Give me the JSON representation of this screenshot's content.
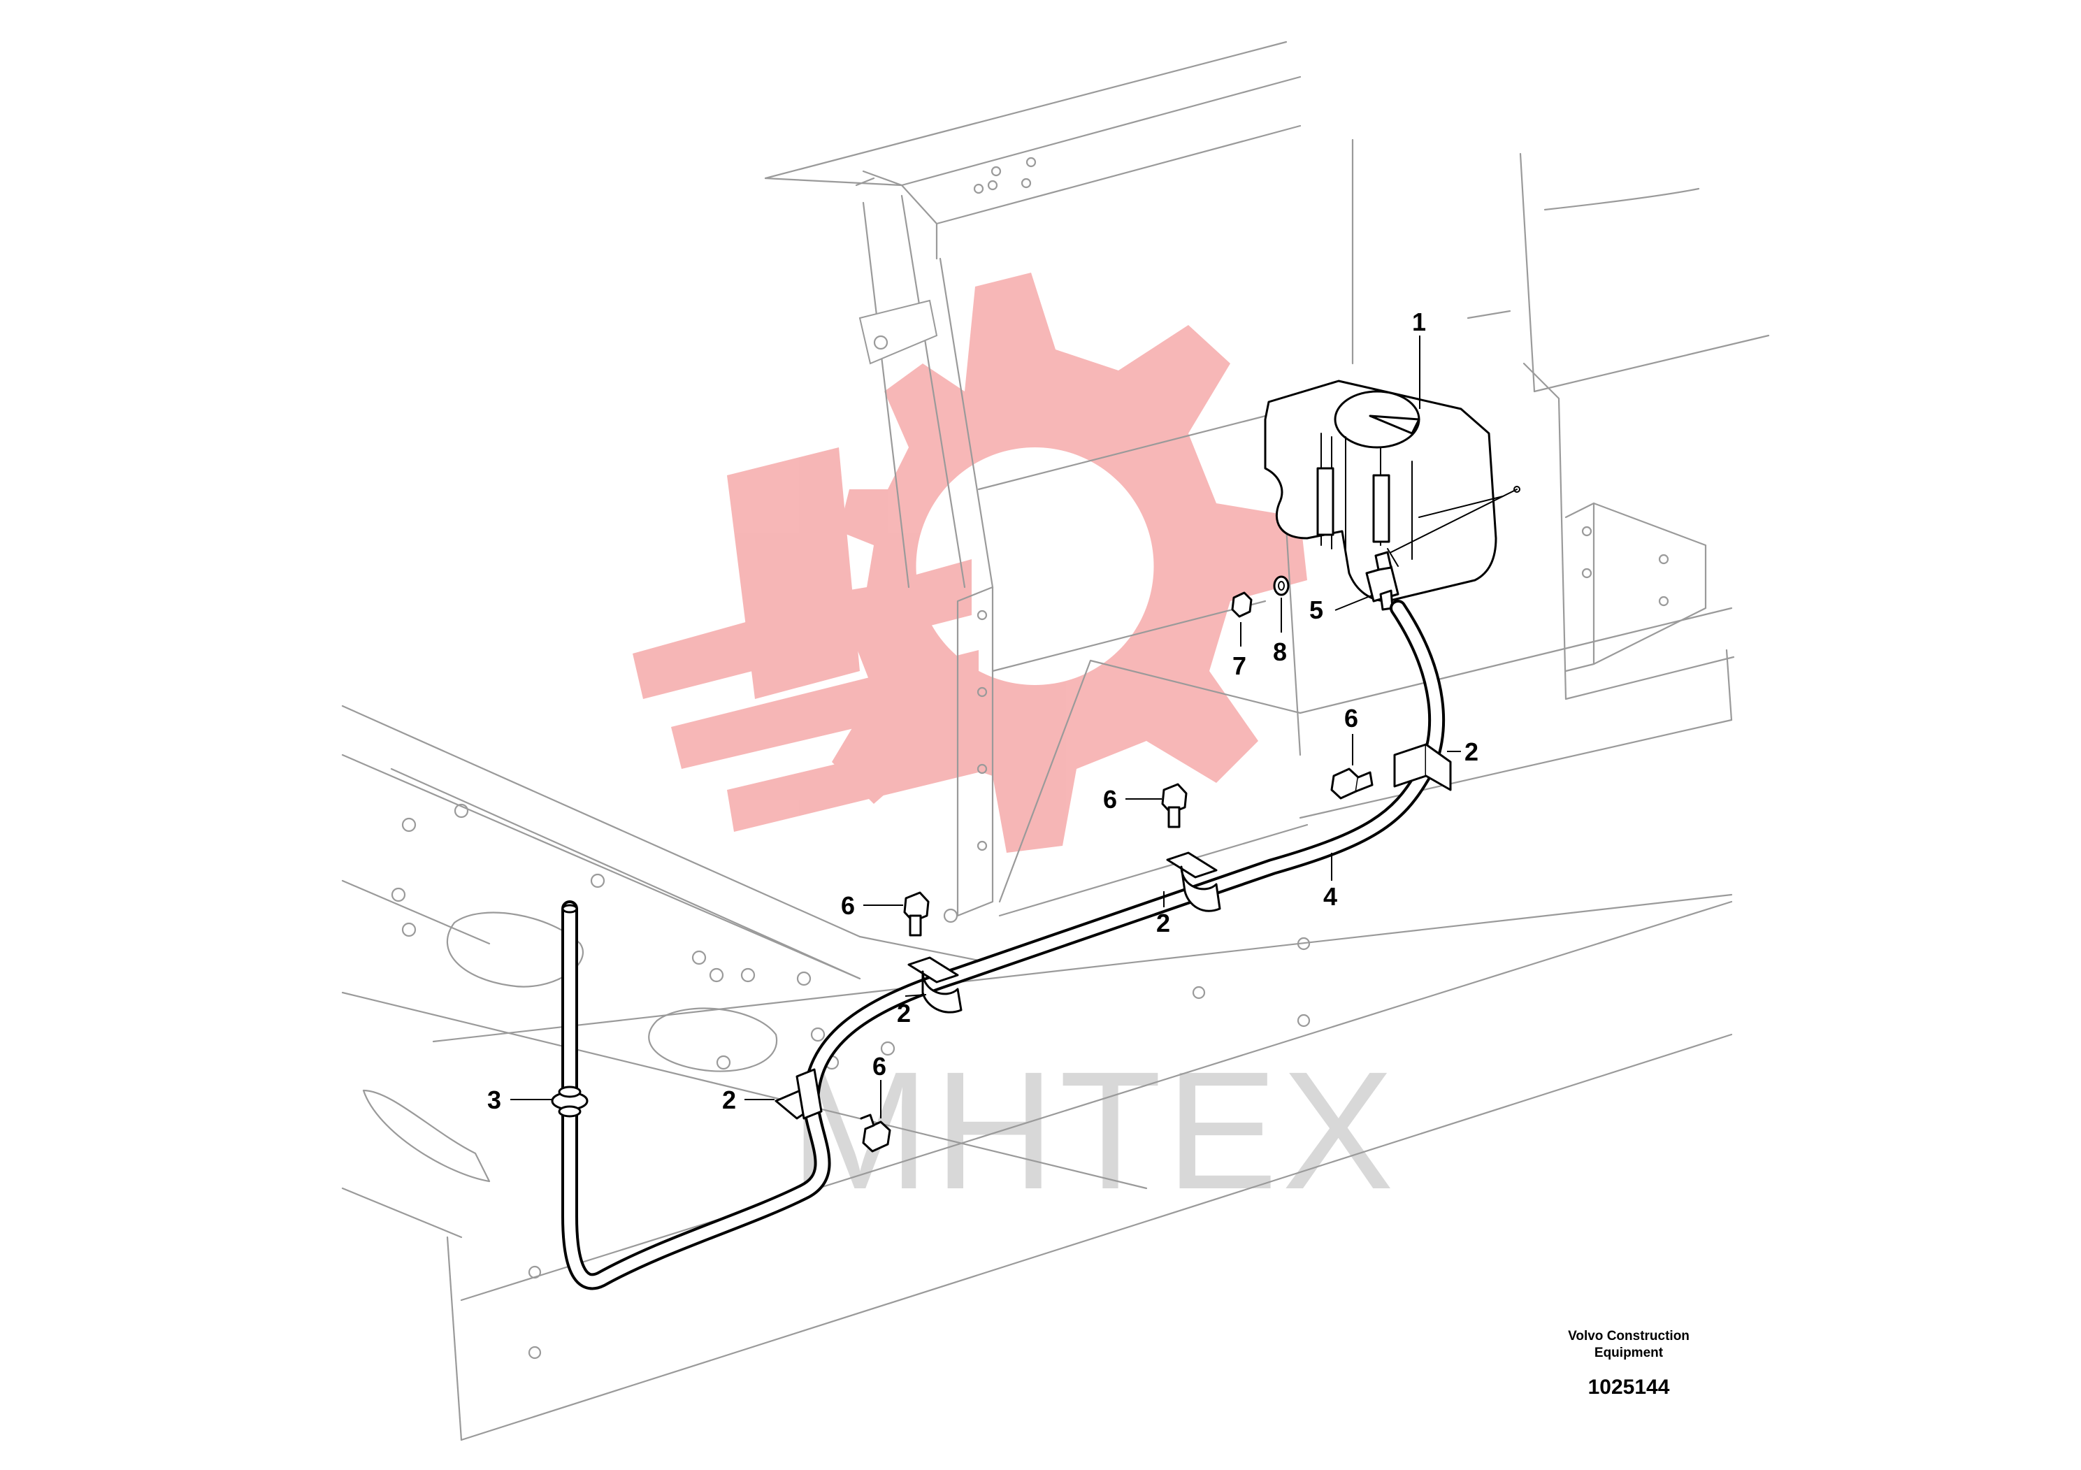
{
  "callouts": [
    {
      "id": "c1a",
      "label": "1"
    },
    {
      "id": "c2a",
      "label": "2"
    },
    {
      "id": "c2b",
      "label": "2"
    },
    {
      "id": "c2c",
      "label": "2"
    },
    {
      "id": "c2d",
      "label": "2"
    },
    {
      "id": "c3a",
      "label": "3"
    },
    {
      "id": "c4a",
      "label": "4"
    },
    {
      "id": "c5a",
      "label": "5"
    },
    {
      "id": "c6a",
      "label": "6"
    },
    {
      "id": "c6b",
      "label": "6"
    },
    {
      "id": "c6c",
      "label": "6"
    },
    {
      "id": "c6d",
      "label": "6"
    },
    {
      "id": "c7a",
      "label": "7"
    },
    {
      "id": "c8a",
      "label": "8"
    }
  ],
  "credit": {
    "line1": "Volvo Construction",
    "line2": "Equipment",
    "drawing_number": "1025144"
  },
  "watermark": {
    "text": "MHTEX",
    "logo_color": "#f4a6a6",
    "text_color": "#d8d8d8"
  },
  "colors": {
    "frame_lines": "#9a9a9a",
    "parts": "#000000"
  }
}
